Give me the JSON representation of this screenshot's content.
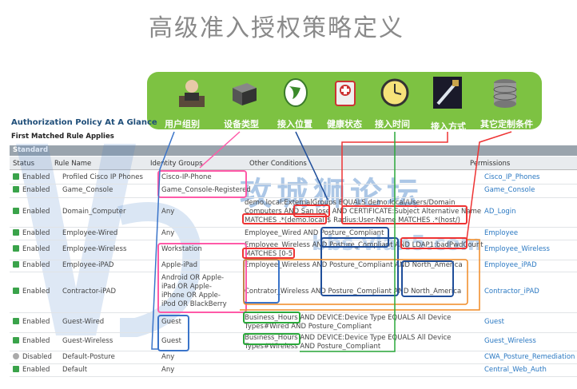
{
  "title": "高级准入授权策略定义",
  "banner": {
    "items": [
      {
        "label": "用户组别",
        "icon": "user-person-icon"
      },
      {
        "label": "设备类型",
        "icon": "server-device-icon"
      },
      {
        "label": "接入位置",
        "icon": "globe-location-icon"
      },
      {
        "label": "健康状态",
        "icon": "health-cross-icon"
      },
      {
        "label": "接入时间",
        "icon": "clock-icon"
      },
      {
        "label": "接入方式",
        "icon": "network-cable-icon"
      },
      {
        "label": "其它定制条件",
        "icon": "database-icon"
      }
    ]
  },
  "policy": {
    "heading": "Authorization Policy At A Glance",
    "subheading": "First Matched Rule Applies",
    "section": "Standard",
    "columns": [
      "Status",
      "Rule Name",
      "Identity Groups",
      "Other Conditions",
      "Permissions"
    ]
  },
  "rows": [
    {
      "status": "Enabled",
      "rule": "Profiled Cisco IP Phones",
      "group": [
        "Cisco-IP-Phone"
      ],
      "cond": [
        ""
      ],
      "perm": "Cisco_IP_Phones"
    },
    {
      "status": "Enabled",
      "rule": "Game_Console",
      "group": [
        "Game_Console-Registered"
      ],
      "cond": [
        ""
      ],
      "perm": "Game_Console"
    },
    {
      "status": "Enabled",
      "rule": "Domain_Computer",
      "group": [
        "Any"
      ],
      "cond": [
        "demo.local:ExternalGroups EQUALS demo.local/Users/Domain",
        "Computers AND San Jose AND CERTIFICATE:Subject Alternative Name",
        "MATCHES .*(demo.local)$ Radius:User-Name MATCHES .*(host/)"
      ],
      "perm": "AD_Login"
    },
    {
      "status": "Enabled",
      "rule": "Employee-Wired",
      "group": [
        "Any"
      ],
      "cond": [
        "Employee_Wired AND Posture_Compliant"
      ],
      "perm": "Employee"
    },
    {
      "status": "Enabled",
      "rule": "Employee-Wireless",
      "group": [
        "Workstation"
      ],
      "cond": [
        "Employee_Wireless AND Posture_Compliant AND LDAP1:badPwdCount",
        "MATCHES [0-5]"
      ],
      "perm": "Employee_Wireless"
    },
    {
      "status": "Enabled",
      "rule": "Employee-iPAD",
      "group": [
        "Apple-iPad"
      ],
      "cond": [
        "Employee_Wireless AND Posture_Compliant AND North_America"
      ],
      "perm": "Employee_iPAD"
    },
    {
      "status": "Enabled",
      "rule": "Contractor-iPAD",
      "group": [
        "Android OR Apple-",
        "iPad OR Apple-",
        "iPhone OR Apple-",
        "iPod OR BlackBerry"
      ],
      "cond": [
        "Contrator_Wireless AND Posture_Compliant AND North_America"
      ],
      "perm": "Contractor_iPAD"
    },
    {
      "status": "Enabled",
      "rule": "Guest-Wired",
      "group": [
        "Guest"
      ],
      "cond": [
        "Business_Hours AND DEVICE:Device Type EQUALS All Device",
        "Types#Wired AND Posture_Compliant"
      ],
      "perm": "Guest"
    },
    {
      "status": "Enabled",
      "rule": "Guest-Wireless",
      "group": [
        "Guest"
      ],
      "cond": [
        "Business_Hours AND DEVICE:Device Type EQUALS All Device",
        "Types#Wireless AND Posture_Compliant"
      ],
      "perm": "Guest_Wireless"
    },
    {
      "status": "Disabled",
      "rule": "Default-Posture",
      "group": [
        "Any"
      ],
      "cond": [
        ""
      ],
      "perm": "CWA_Posture_Remediation"
    },
    {
      "status": "Enabled",
      "rule": "Default",
      "group": [
        "Any"
      ],
      "cond": [
        ""
      ],
      "perm": "Central_Web_Auth"
    }
  ],
  "watermark": {
    "line1": "攻城狮论坛",
    "line2": "bbs.vlan5.com"
  },
  "colors": {
    "banner": "#7dc242",
    "link": "#2a78c2",
    "header_text": "#1f4e79",
    "enabled": "#3aa34a"
  }
}
